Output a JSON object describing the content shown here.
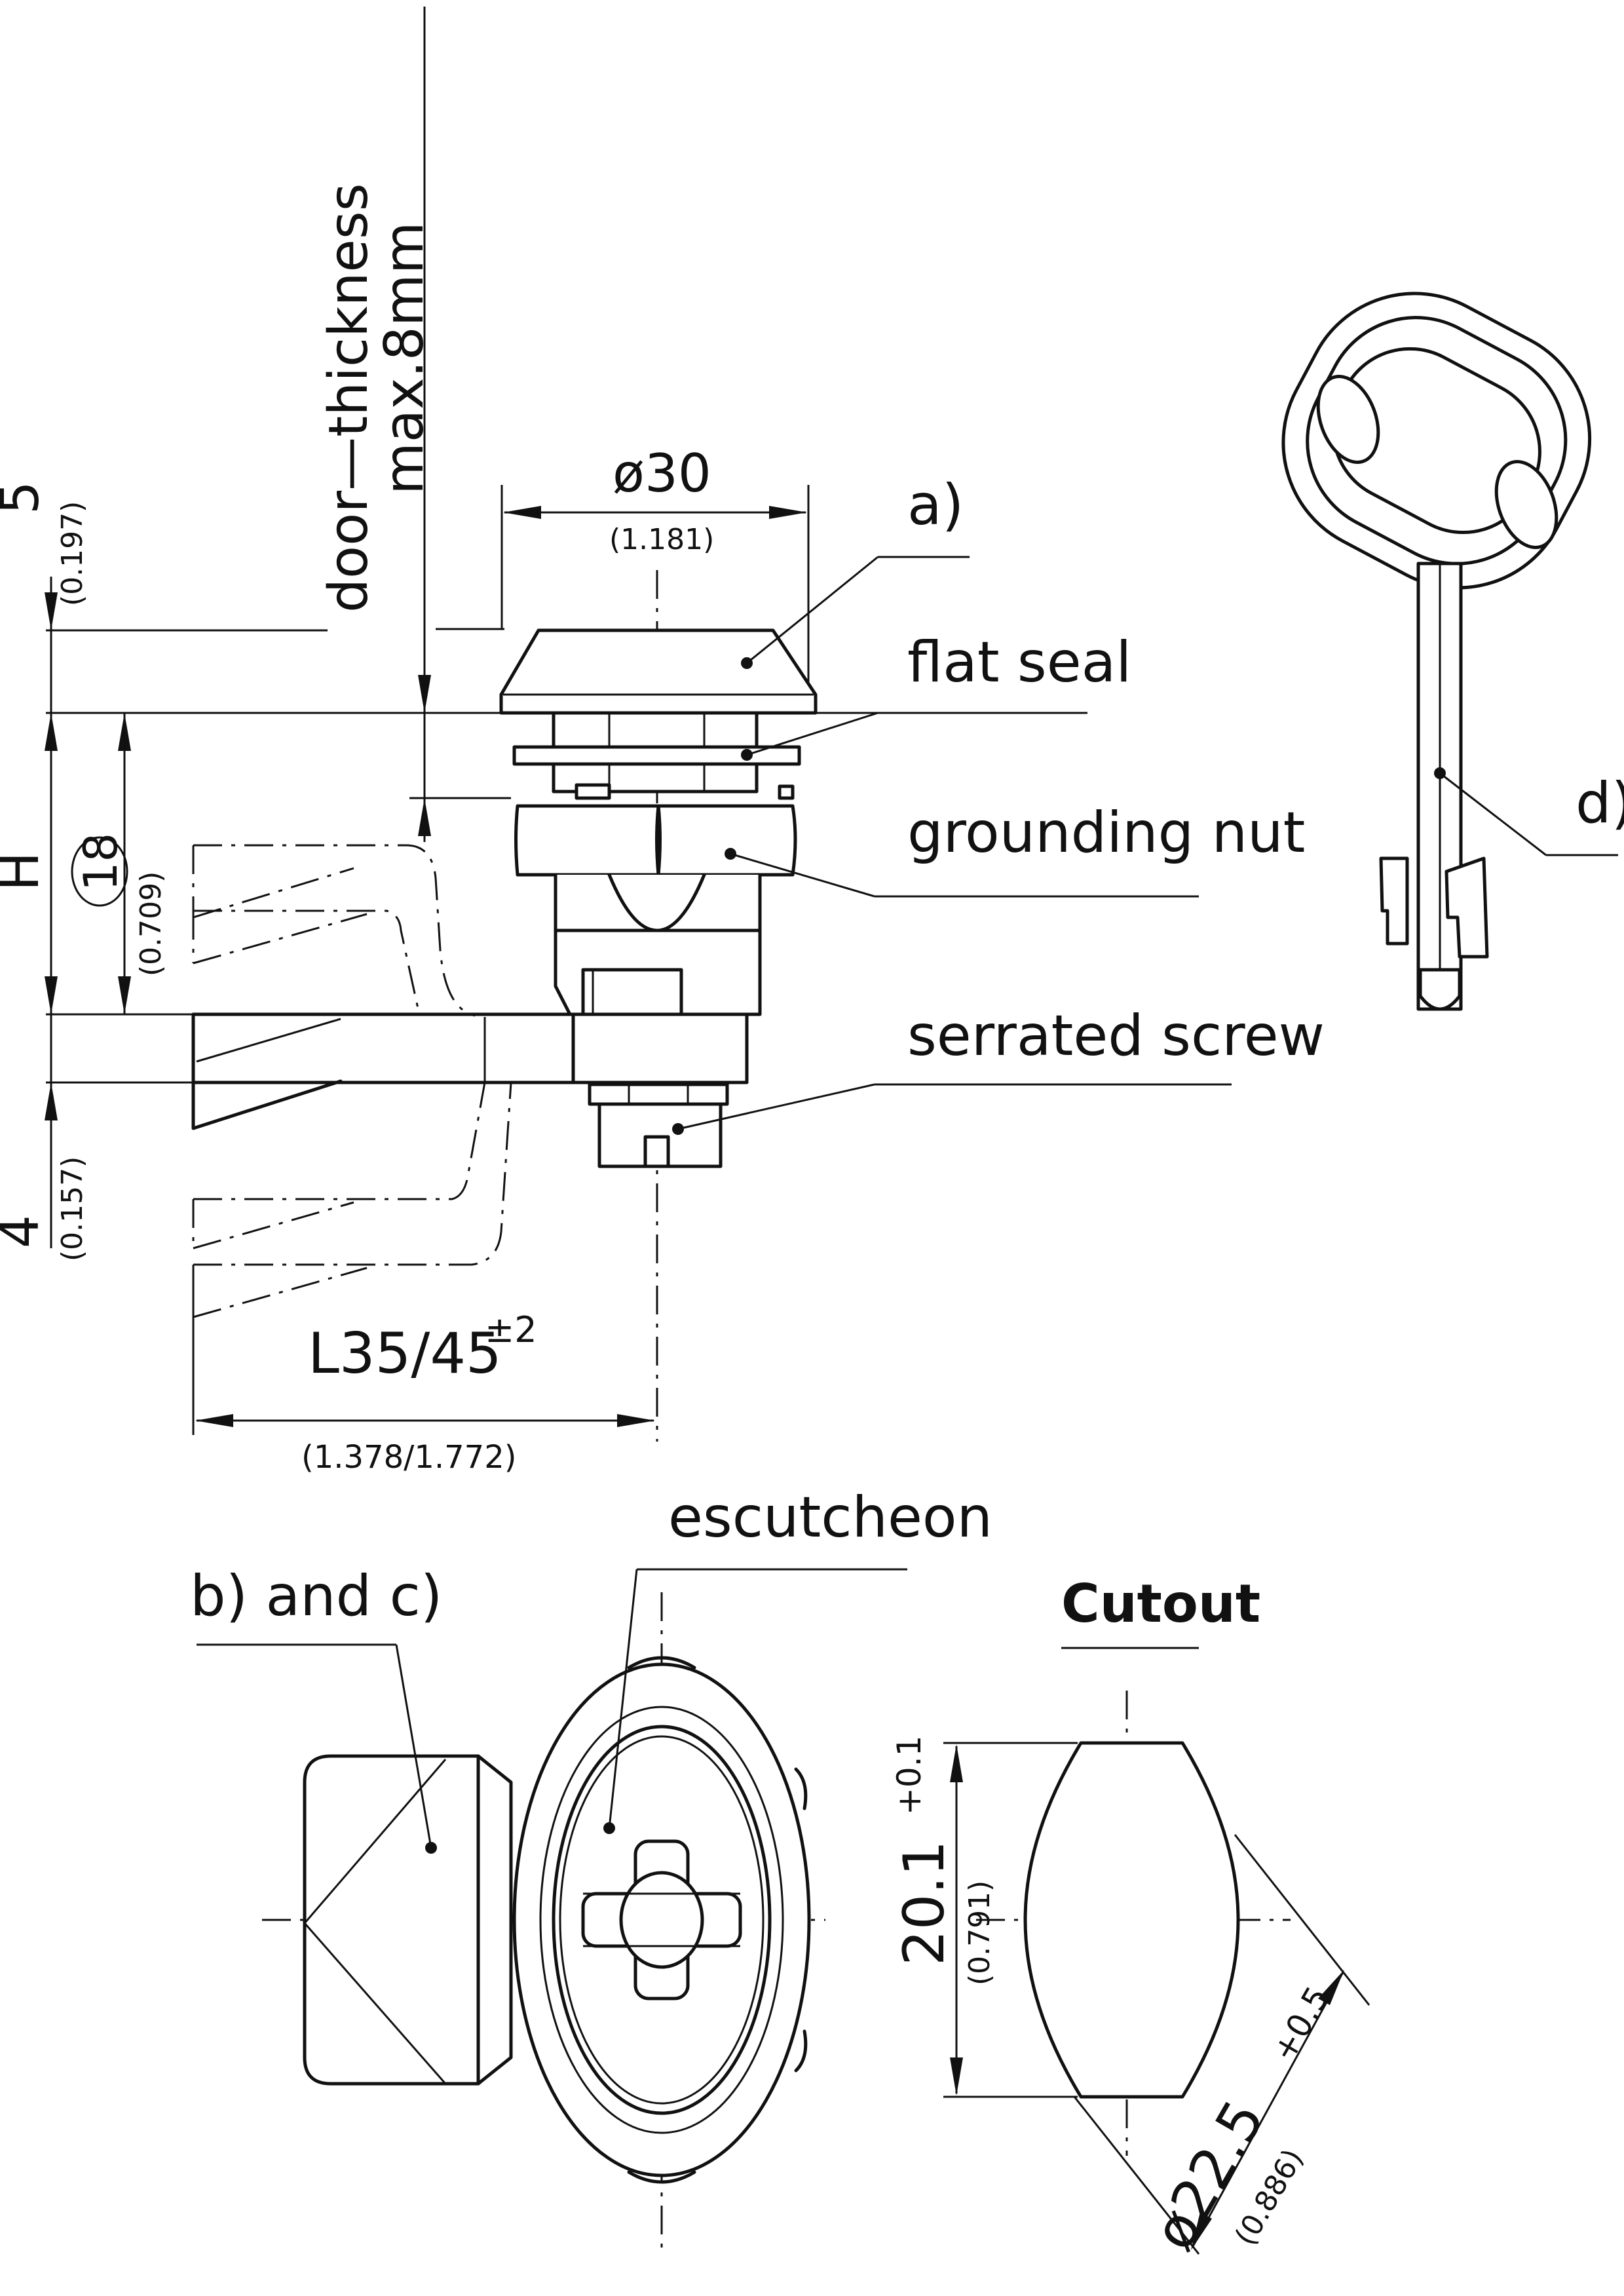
{
  "dimensions": {
    "door_line1": "door—thickness",
    "door_line2": "max.8mm",
    "dia30": "ø30",
    "dia30_in": "(1.181)",
    "d5": "5",
    "d5_in": "(0.197)",
    "dH": "H",
    "d18": "18",
    "d18_in": "(0.709)",
    "d4": "4",
    "d4_in": "(0.157)",
    "L_main": "L35/45",
    "L_tol": "±2",
    "L_in": "(1.378/1.772)",
    "cut_h": "20.1",
    "cut_h_tol": "+0.1",
    "cut_h_in": "(0.791)",
    "cut_d": "ø22.5",
    "cut_d_tol": "+0.5",
    "cut_d_in": "(0.886)"
  },
  "callouts": {
    "a": "a)",
    "flat_seal": "flat seal",
    "grounding_nut": "grounding nut",
    "serrated_screw": "serrated screw",
    "d": "d)",
    "escutcheon": "escutcheon",
    "bc": "b) and c)",
    "cutout": "Cutout"
  }
}
